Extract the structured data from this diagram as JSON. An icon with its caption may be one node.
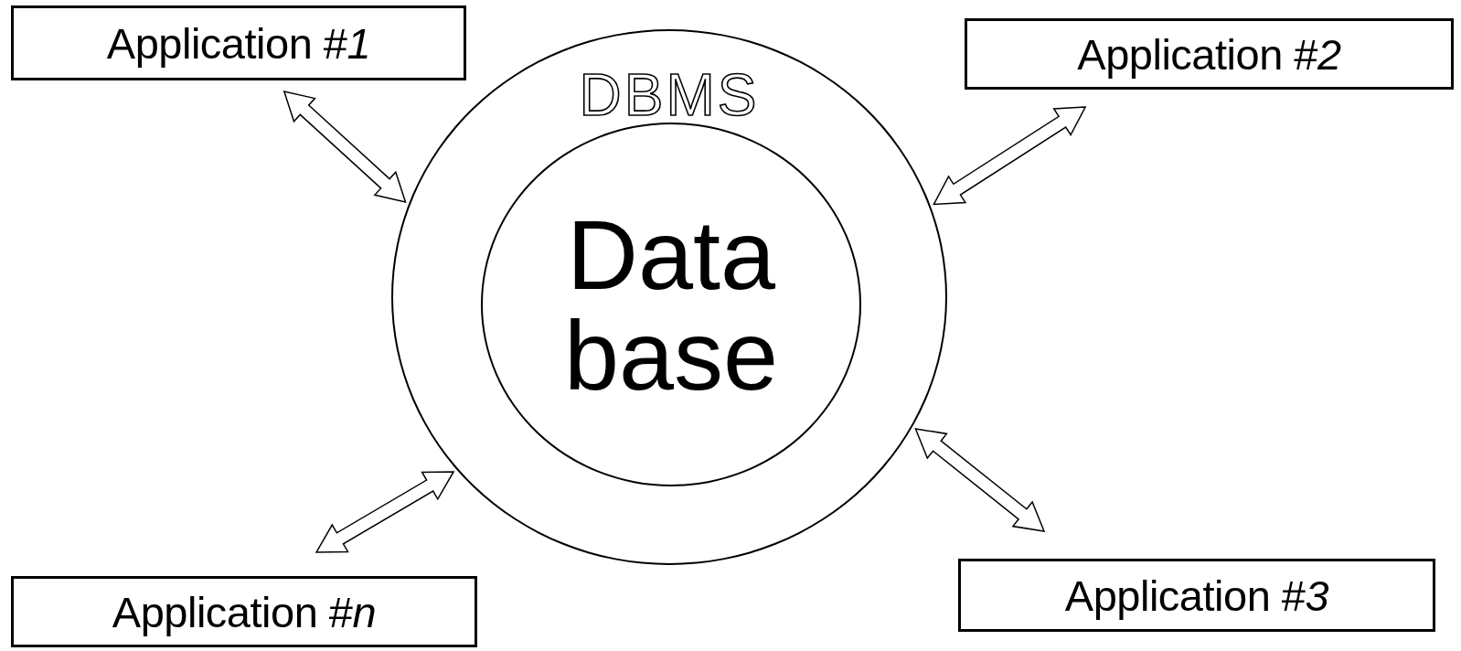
{
  "diagram": {
    "nodes": [
      {
        "text": [
          "Application #*1*"
        ]
      },
      {
        "text": [
          "Application #*2*"
        ]
      },
      {
        "text": [
          "DBMS"
        ]
      },
      {
        "text": [
          "Data base"
        ],
        "in": 2
      },
      {
        "text": [
          "Application #*3*"
        ]
      },
      {
        "text": [
          "Application #*n*"
        ]
      }
    ],
    "edges": [
      {
        "from": 0,
        "to": 2,
        "arrow": "both"
      },
      {
        "from": 1,
        "to": 2,
        "arrow": "both"
      },
      {
        "from": 4,
        "to": 2,
        "arrow": "both"
      },
      {
        "from": 5,
        "to": 2,
        "arrow": "both"
      }
    ]
  }
}
